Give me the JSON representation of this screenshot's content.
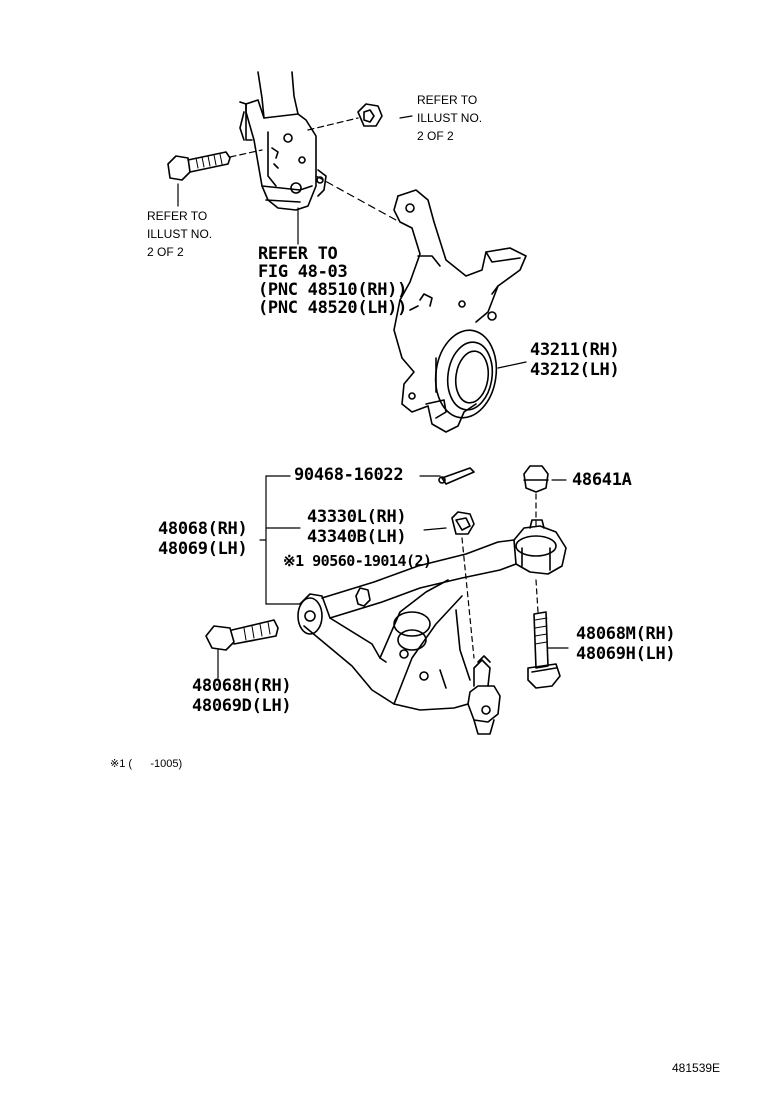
{
  "refer_nut": [
    "REFER TO",
    "ILLUST NO.",
    "2 OF 2"
  ],
  "refer_bolt": [
    "REFER TO",
    "ILLUST NO.",
    "2 OF 2"
  ],
  "refer_fig": [
    "REFER TO",
    "FIG 48-03",
    "(PNC 48510(RH))",
    "(PNC 48520(LH))"
  ],
  "knuckle": [
    "43211(RH)",
    "43212(LH)"
  ],
  "cotter_pin": "90468-16022",
  "nut_a": "48641A",
  "arm_assy": [
    "48068(RH)",
    "48069(LH)"
  ],
  "ball_joint": [
    "43330L(RH)",
    "43340B(LH)"
  ],
  "nut_small": "※1 90560-19014(2)",
  "bolt_right": [
    "48068M(RH)",
    "48069H(LH)"
  ],
  "bolt_left": [
    "48068H(RH)",
    "48069D(LH)"
  ],
  "footnote": "※1 (      -1005)",
  "figure_id": "481539E"
}
